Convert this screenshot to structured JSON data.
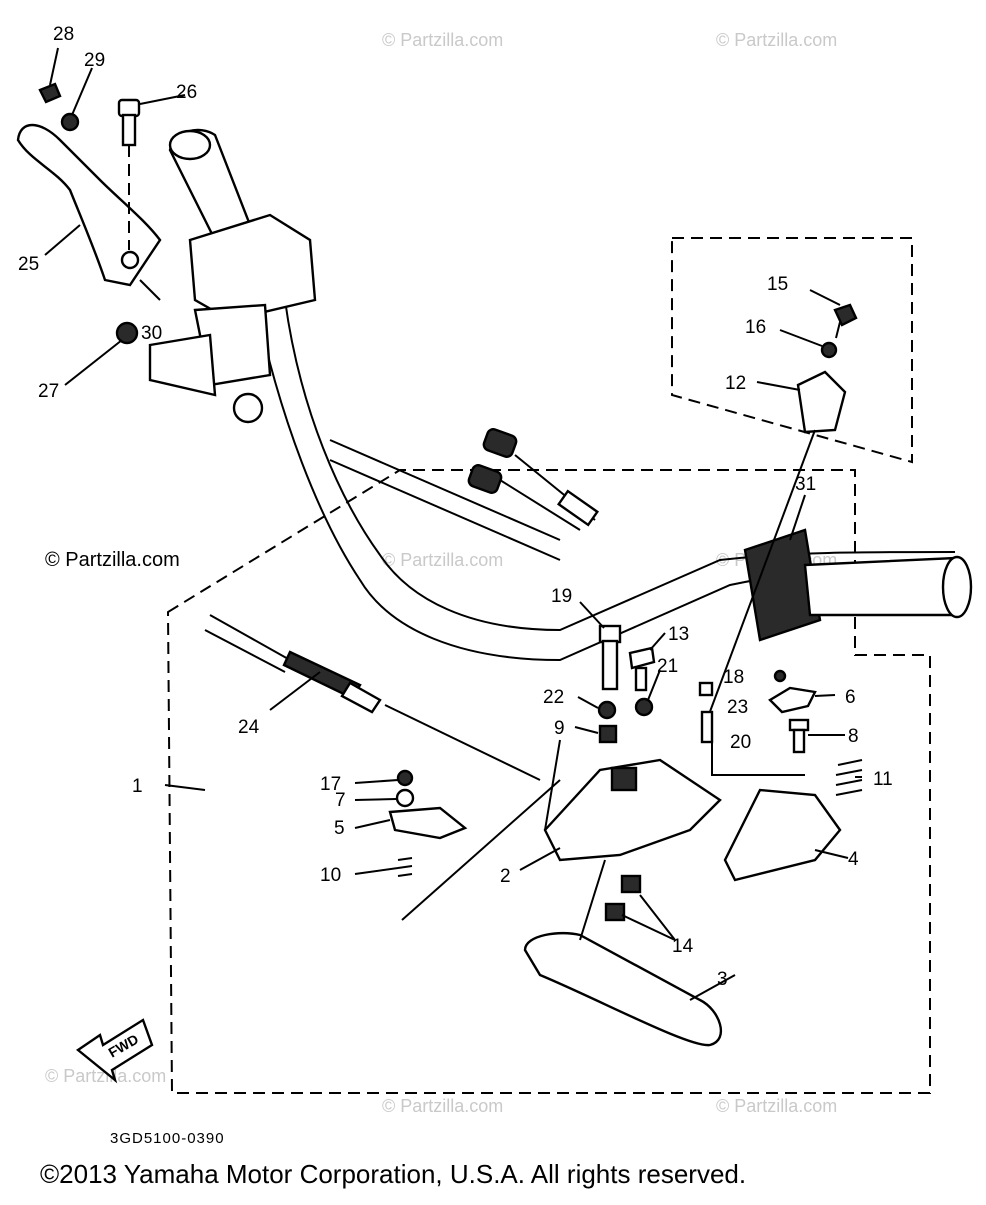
{
  "watermarks": {
    "top_center": "© Partzilla.com",
    "top_right": "© Partzilla.com",
    "left_mid": "© Partzilla.com",
    "center_mid": "© Partzilla.com",
    "right_mid": "© Partzilla.com",
    "bottom_left": "© Partzilla.com",
    "bottom_center": "© Partzilla.com",
    "bottom_right": "© Partzilla.com"
  },
  "direction_label": "FWD",
  "diagram_code": "3GD5100-0390",
  "copyright": "©2013  Yamaha Motor Corporation, U.S.A. All rights reserved.",
  "callouts": {
    "c1": "1",
    "c2": "2",
    "c3": "3",
    "c4": "4",
    "c5": "5",
    "c6": "6",
    "c7": "7",
    "c8": "8",
    "c9": "9",
    "c10": "10",
    "c11": "11",
    "c12": "12",
    "c13": "13",
    "c14": "14",
    "c15": "15",
    "c16": "16",
    "c17": "17",
    "c18": "18",
    "c19": "19",
    "c20": "20",
    "c21": "21",
    "c22": "22",
    "c23": "23",
    "c24": "24",
    "c25": "25",
    "c26": "26",
    "c27": "27",
    "c28": "28",
    "c29": "29",
    "c30": "30",
    "c31": "31"
  }
}
